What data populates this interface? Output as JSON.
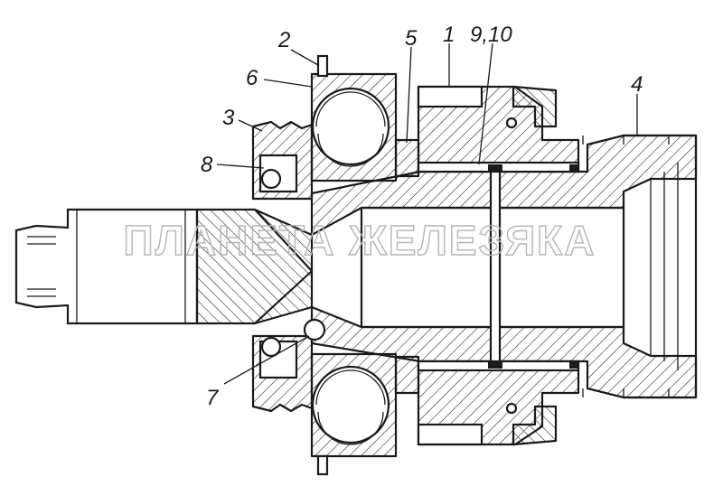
{
  "callouts": {
    "c1": "1",
    "c2": "2",
    "c3": "3",
    "c4": "4",
    "c5": "5",
    "c6": "6",
    "c7": "7",
    "c8": "8",
    "c910": "9,10"
  },
  "watermark": "ПЛАНЕТА ЖЕЛЕЗЯКА",
  "colors": {
    "line": "#1a1a1a",
    "background": "#ffffff",
    "watermark": "#b5b5b5"
  }
}
